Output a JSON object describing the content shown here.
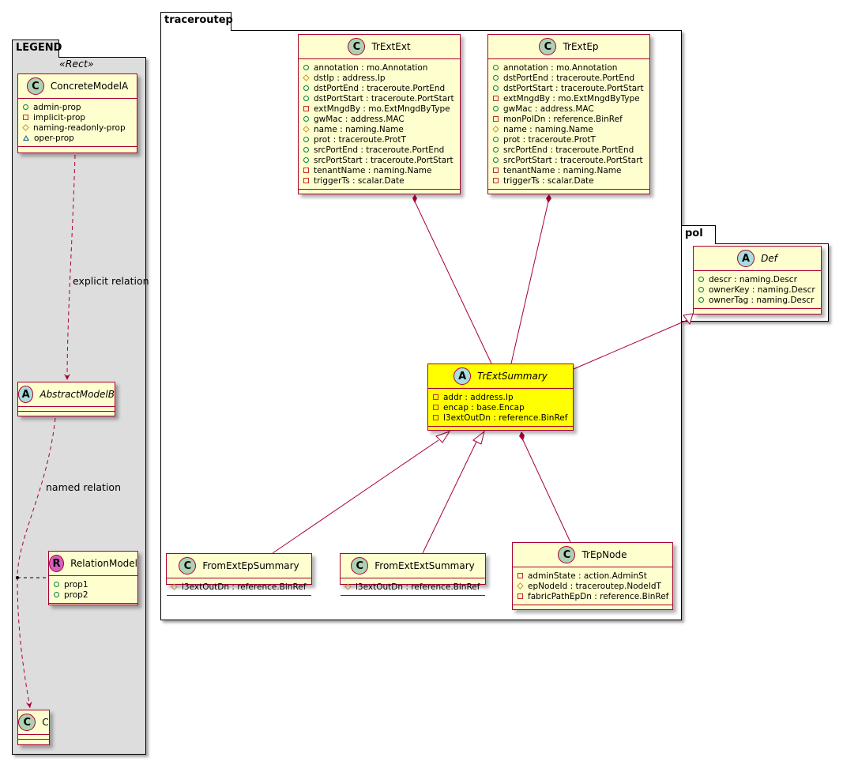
{
  "packages": [
    {
      "id": "legend",
      "name": "LEGEND",
      "fill": "#DDDDDD"
    },
    {
      "id": "traceroutep",
      "name": "traceroutep",
      "fill": "#FFFFFF"
    },
    {
      "id": "pol",
      "name": "pol",
      "fill": "#FFFFFF"
    }
  ],
  "legend": {
    "stereotype": "«Rect»",
    "explicit_relation": "explicit relation",
    "named_relation": "named relation"
  },
  "classes": [
    {
      "id": "ConcreteModelA",
      "name": "ConcreteModelA",
      "spot": "C",
      "spot_color": "#ADD1B2",
      "abstract": false,
      "members": [
        {
          "vis": "pub",
          "text": "admin-prop"
        },
        {
          "vis": "priv",
          "text": "implicit-prop"
        },
        {
          "vis": "prot",
          "text": "naming-readonly-prop"
        },
        {
          "vis": "pkg",
          "text": "oper-prop"
        }
      ]
    },
    {
      "id": "AbstractModelB",
      "name": "AbstractModelB",
      "spot": "A",
      "spot_color": "#A9DCDF",
      "abstract": true,
      "members": []
    },
    {
      "id": "RelationModel",
      "name": "RelationModel",
      "spot": "R",
      "spot_color": "#D55FBE",
      "abstract": false,
      "members": [
        {
          "vis": "pub",
          "text": "prop1"
        },
        {
          "vis": "pub",
          "text": "prop2"
        }
      ]
    },
    {
      "id": "C",
      "name": "C",
      "spot": "C",
      "spot_color": "#ADD1B2",
      "abstract": false,
      "members": []
    },
    {
      "id": "TrExtExt",
      "name": "TrExtExt",
      "spot": "C",
      "spot_color": "#ADD1B2",
      "abstract": false,
      "members": [
        {
          "vis": "pub",
          "text": "annotation : mo.Annotation"
        },
        {
          "vis": "prot",
          "text": "dstIp : address.Ip"
        },
        {
          "vis": "pub",
          "text": "dstPortEnd : traceroute.PortEnd"
        },
        {
          "vis": "pub",
          "text": "dstPortStart : traceroute.PortStart"
        },
        {
          "vis": "priv",
          "text": "extMngdBy : mo.ExtMngdByType"
        },
        {
          "vis": "pub",
          "text": "gwMac : address.MAC"
        },
        {
          "vis": "prot",
          "text": "name : naming.Name"
        },
        {
          "vis": "pub",
          "text": "prot : traceroute.ProtT"
        },
        {
          "vis": "pub",
          "text": "srcPortEnd : traceroute.PortEnd"
        },
        {
          "vis": "pub",
          "text": "srcPortStart : traceroute.PortStart"
        },
        {
          "vis": "priv",
          "text": "tenantName : naming.Name"
        },
        {
          "vis": "priv",
          "text": "triggerTs : scalar.Date"
        }
      ]
    },
    {
      "id": "TrExtEp",
      "name": "TrExtEp",
      "spot": "C",
      "spot_color": "#ADD1B2",
      "abstract": false,
      "members": [
        {
          "vis": "pub",
          "text": "annotation : mo.Annotation"
        },
        {
          "vis": "pub",
          "text": "dstPortEnd : traceroute.PortEnd"
        },
        {
          "vis": "pub",
          "text": "dstPortStart : traceroute.PortStart"
        },
        {
          "vis": "priv",
          "text": "extMngdBy : mo.ExtMngdByType"
        },
        {
          "vis": "pub",
          "text": "gwMac : address.MAC"
        },
        {
          "vis": "priv",
          "text": "monPolDn : reference.BinRef"
        },
        {
          "vis": "prot",
          "text": "name : naming.Name"
        },
        {
          "vis": "pub",
          "text": "prot : traceroute.ProtT"
        },
        {
          "vis": "pub",
          "text": "srcPortEnd : traceroute.PortEnd"
        },
        {
          "vis": "pub",
          "text": "srcPortStart : traceroute.PortStart"
        },
        {
          "vis": "priv",
          "text": "tenantName : naming.Name"
        },
        {
          "vis": "priv",
          "text": "triggerTs : scalar.Date"
        }
      ]
    },
    {
      "id": "Def",
      "name": "Def",
      "spot": "A",
      "spot_color": "#A9DCDF",
      "abstract": true,
      "members": [
        {
          "vis": "pub",
          "text": "descr : naming.Descr"
        },
        {
          "vis": "pub",
          "text": "ownerKey : naming.Descr"
        },
        {
          "vis": "pub",
          "text": "ownerTag : naming.Descr"
        }
      ]
    },
    {
      "id": "TrExtSummary",
      "name": "TrExtSummary",
      "spot": "A",
      "spot_color": "#A9DCDF",
      "abstract": true,
      "fill": "#FFFF00",
      "members": [
        {
          "vis": "priv",
          "text": "addr : address.Ip"
        },
        {
          "vis": "priv",
          "text": "encap : base.Encap"
        },
        {
          "vis": "priv",
          "text": "l3extOutDn : reference.BinRef"
        }
      ]
    },
    {
      "id": "FromExtEpSummary",
      "name": "FromExtEpSummary",
      "spot": "C",
      "spot_color": "#ADD1B2",
      "abstract": false,
      "members": [
        {
          "vis": "prot",
          "text": "l3extOutDn : reference.BinRef"
        }
      ]
    },
    {
      "id": "FromExtExtSummary",
      "name": "FromExtExtSummary",
      "spot": "C",
      "spot_color": "#ADD1B2",
      "abstract": false,
      "members": [
        {
          "vis": "prot",
          "text": "l3extOutDn : reference.BinRef"
        }
      ]
    },
    {
      "id": "TrEpNode",
      "name": "TrEpNode",
      "spot": "C",
      "spot_color": "#ADD1B2",
      "abstract": false,
      "members": [
        {
          "vis": "priv",
          "text": "adminState : action.AdminSt"
        },
        {
          "vis": "prot",
          "text": "epNodeId : traceroutep.NodeIdT"
        },
        {
          "vis": "priv",
          "text": "fabricPathEpDn : reference.BinRef"
        }
      ]
    }
  ],
  "relations": [
    {
      "from": "TrExtExt",
      "to": "TrExtSummary",
      "type": "composition"
    },
    {
      "from": "TrExtEp",
      "to": "TrExtSummary",
      "type": "composition"
    },
    {
      "from": "TrExtSummary",
      "to": "Def",
      "type": "inheritance"
    },
    {
      "from": "FromExtEpSummary",
      "to": "TrExtSummary",
      "type": "inheritance"
    },
    {
      "from": "FromExtExtSummary",
      "to": "TrExtSummary",
      "type": "inheritance"
    },
    {
      "from": "TrExtSummary",
      "to": "TrEpNode",
      "type": "composition"
    },
    {
      "from": "ConcreteModelA",
      "to": "AbstractModelB",
      "type": "dependency"
    },
    {
      "from": "AbstractModelB",
      "to": "C",
      "type": "dependency",
      "via": "RelationModel"
    }
  ],
  "colors": {
    "border": "#A80036",
    "class_fill": "#FEFECE",
    "highlight": "#FFFF00"
  }
}
